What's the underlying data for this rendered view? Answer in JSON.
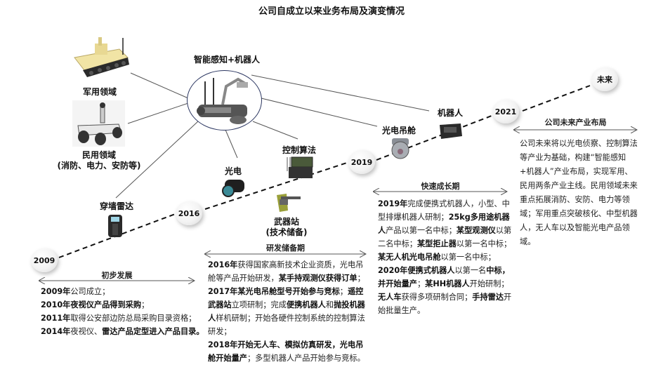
{
  "title": "公司自成立以来业务布局及演变情况",
  "hub": {
    "label": "智能感知+机器人"
  },
  "branches": {
    "military": "军用领域",
    "civil_line1": "民用领域",
    "civil_line2": "(消防、电力、安防等)",
    "radar": "穿墙雷达",
    "optoelectronic": "光电",
    "control_algorithm": "控制算法",
    "weapon_station_line1": "武器站",
    "weapon_station_line2": "(技术储备)",
    "gimbal": "光电吊舱",
    "robot": "机器人"
  },
  "timeline": {
    "nodes": [
      "2009",
      "2016",
      "2019",
      "2021",
      "未来"
    ]
  },
  "phases": [
    {
      "label": "初步发展",
      "lines": [
        {
          "bold": "2009年",
          "text": "公司成立；"
        },
        {
          "bold": "2010年夜视仪产品得到采购",
          "text": "；"
        },
        {
          "bold": "2011年",
          "text": "取得公安部边防总局采购目录资格；"
        },
        {
          "bold": "2014年",
          "text": "夜视仪、",
          "bold2": "雷达产品定型进入产品目录。"
        }
      ]
    },
    {
      "label": "研发储备期",
      "html_parts": [
        [
          "b",
          "2016年"
        ],
        [
          "t",
          "获得国家高新技术企业资质，光电吊舱等产品开始研发，"
        ],
        [
          "b",
          "某手持观测仪获得订单"
        ],
        [
          "t",
          "；"
        ],
        [
          "br",
          ""
        ],
        [
          "b",
          "2017年某光电吊舱型号开始参与竞标"
        ],
        [
          "t",
          "；"
        ],
        [
          "b",
          "遥控武器站"
        ],
        [
          "t",
          "立项研制；完成"
        ],
        [
          "b",
          "便携机器人"
        ],
        [
          "t",
          "和"
        ],
        [
          "b",
          "抛投机器人"
        ],
        [
          "t",
          "样机研制；开始各硬件控制系统的控制算法研发；"
        ],
        [
          "br",
          ""
        ],
        [
          "b",
          "2018年开始无人车、模拟仿真研发，光电吊舱开始量产"
        ],
        [
          "t",
          "；多型机器人产品开始参与竞标。"
        ]
      ]
    },
    {
      "label": "快速成长期",
      "html_parts": [
        [
          "b",
          "2019年"
        ],
        [
          "t",
          "完成便携式机器人，小型、中型排爆机器人研制；"
        ],
        [
          "b",
          "25kg多用途机器人"
        ],
        [
          "t",
          "产品以第一名中标；"
        ],
        [
          "b",
          "某型观测仪"
        ],
        [
          "t",
          "以第二名中标；"
        ],
        [
          "b",
          "某型拒止器"
        ],
        [
          "t",
          "以第一名中标；"
        ],
        [
          "br",
          ""
        ],
        [
          "b",
          "某无人机光电吊舱"
        ],
        [
          "t",
          "以第一名中标；"
        ],
        [
          "br",
          ""
        ],
        [
          "b",
          "2020年便携式机器人"
        ],
        [
          "t",
          "以第一名"
        ],
        [
          "b",
          "中标，并开始量产"
        ],
        [
          "t",
          "；"
        ],
        [
          "b",
          "某HH机器人"
        ],
        [
          "t",
          "开始研制；"
        ],
        [
          "br",
          ""
        ],
        [
          "b",
          "无人车"
        ],
        [
          "t",
          "获得多项研制合同；"
        ],
        [
          "b",
          "手持雷达"
        ],
        [
          "t",
          "开始批量生产。"
        ]
      ]
    },
    {
      "label": "公司未来产业布局",
      "text": "公司未来将以光电侦察、控制算法等产业为基础，构建“智能感知+机器人”产业布局，实现军用、民用两条产业主线。民用领域未来重点拓展消防、安防、电力等领域；军用重点突破核化、中型机器人，无人车以及智能光电产品领域。"
    }
  ],
  "colors": {
    "hub_border": "#2a3560",
    "line": "#555555",
    "dash": "#111111",
    "arrow": "#555555"
  }
}
